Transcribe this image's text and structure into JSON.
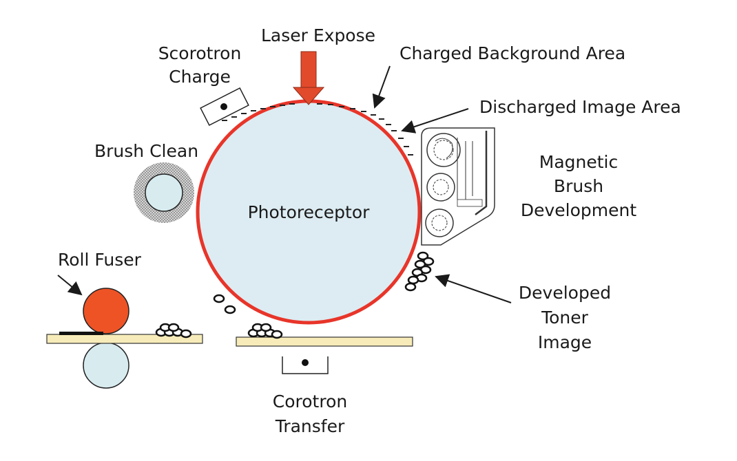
{
  "labels": {
    "laser_expose": "Laser Expose",
    "scorotron_charge_1": "Scorotron",
    "scorotron_charge_2": "Charge",
    "charged_background": "Charged Background Area",
    "discharged_image": "Discharged Image Area",
    "brush_clean": "Brush Clean",
    "photoreceptor": "Photoreceptor",
    "magnetic_1": "Magnetic",
    "magnetic_2": "Brush",
    "magnetic_3": "Development",
    "roll_fuser": "Roll Fuser",
    "developed_1": "Developed",
    "developed_2": "Toner",
    "developed_3": "Image",
    "corotron_1": "Corotron",
    "corotron_2": "Transfer"
  },
  "colors": {
    "drum_fill": "#dcecf2",
    "drum_rim": "#e8352a",
    "laser_arrow": "#e24a2c",
    "fuser_hot": "#ee5326",
    "fuser_cold": "#d8ecf0",
    "paper": "#f7ecb9",
    "brush_texture": "#8a8a8a",
    "text": "#1a1a1a"
  }
}
